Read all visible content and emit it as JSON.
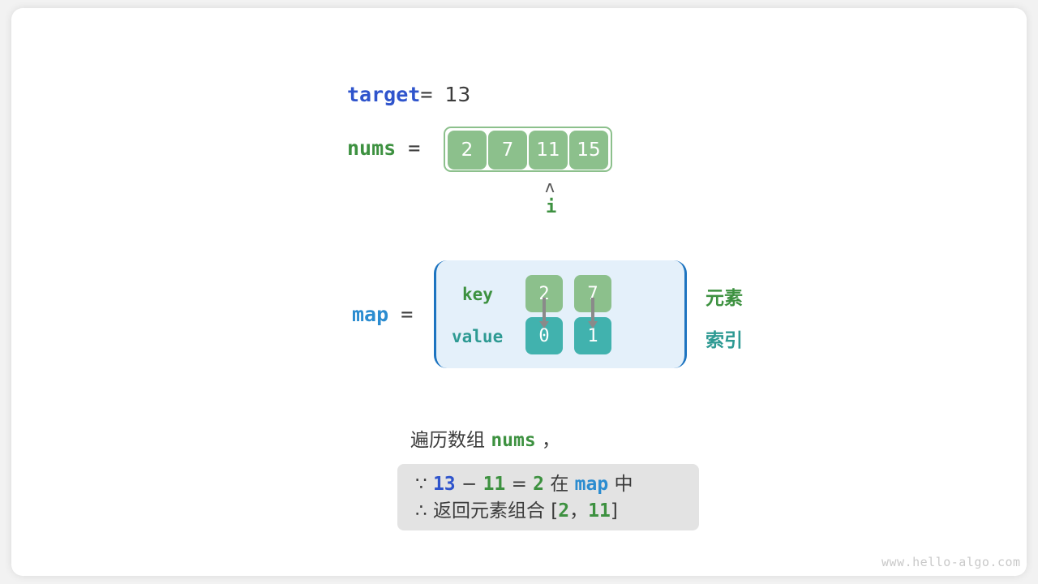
{
  "diagram": {
    "title_vars": {
      "target": {
        "name": "target",
        "equals": "=",
        "value": "13"
      },
      "nums": {
        "name": "nums",
        "equals": "="
      },
      "map": {
        "name": "map",
        "equals": "="
      }
    },
    "nums_array": {
      "cells": [
        "2",
        "7",
        "11",
        "15"
      ],
      "pointer": {
        "caret": "ʌ",
        "label": "i",
        "points_to_index": 2
      }
    },
    "hashmap": {
      "row_labels": {
        "key": "key",
        "value": "value"
      },
      "side_labels": {
        "key_meaning": "元素",
        "value_meaning": "索引"
      },
      "entries": [
        {
          "key": "2",
          "value": "0"
        },
        {
          "key": "7",
          "value": "1"
        }
      ]
    },
    "caption": {
      "text_before": "遍历数组",
      "code": "nums",
      "text_after": "，"
    },
    "note": {
      "line1": {
        "because_symbol": "∵",
        "a": "13",
        "minus": "−",
        "b": "11",
        "eq": "=",
        "c": "2",
        "mid": "在",
        "map": "map",
        "end": "中"
      },
      "line2": {
        "therefore_symbol": "∴",
        "text": "返回元素组合",
        "bracket_open": "[",
        "x": "2",
        "comma": "，",
        "y": "11",
        "bracket_close": "]"
      }
    },
    "watermark": "www.hello-algo.com"
  },
  "colors": {
    "array_green": "#8cc08c",
    "value_teal": "#41b2ae",
    "target_blue": "#2f54cc",
    "map_blue": "#2b8cd0",
    "nums_green": "#3d9140",
    "map_box_bg": "#e4f0fa",
    "map_box_border": "#1d74c0",
    "note_bg": "#e3e3e3",
    "text_dark": "#3c3c3c",
    "watermark_gray": "#c9c9c9"
  }
}
